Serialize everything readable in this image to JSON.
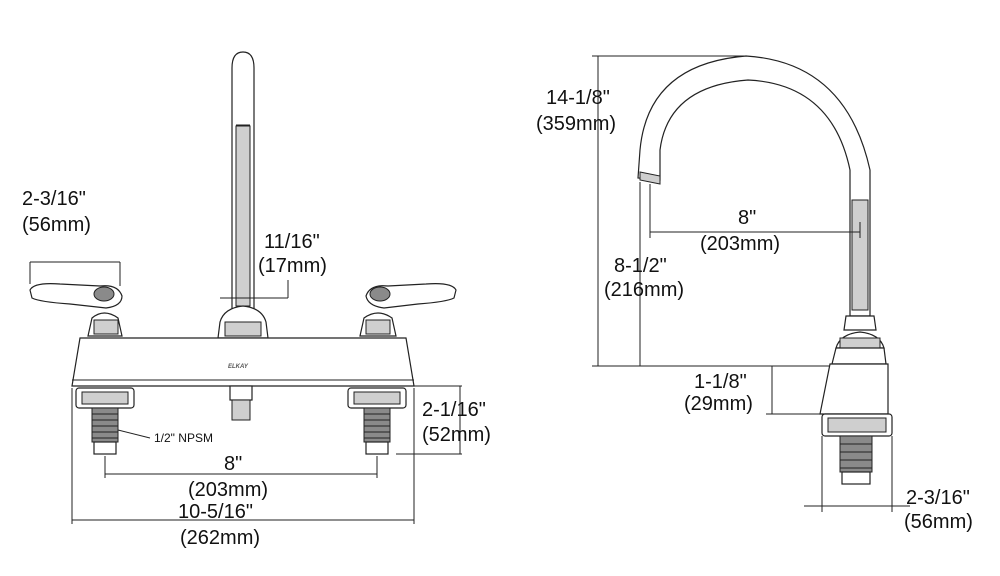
{
  "front_view": {
    "handle_width": {
      "imperial": "2-3/16\"",
      "metric": "(56mm)"
    },
    "spout_diameter": {
      "imperial": "11/16\"",
      "metric": "(17mm)"
    },
    "brand_logo": "ELKAY",
    "shank_height": {
      "imperial": "2-1/16\"",
      "metric": "(52mm)"
    },
    "thread_label": "1/2\" NPSM",
    "center_spacing": {
      "imperial": "8\"",
      "metric": "(203mm)"
    },
    "overall_width": {
      "imperial": "10-5/16\"",
      "metric": "(262mm)"
    }
  },
  "side_view": {
    "overall_height": {
      "imperial": "14-1/8\"",
      "metric": "(359mm)"
    },
    "spout_reach": {
      "imperial": "8\"",
      "metric": "(203mm)"
    },
    "spout_clearance": {
      "imperial": "8-1/2\"",
      "metric": "(216mm)"
    },
    "deck_height": {
      "imperial": "1-1/8\"",
      "metric": "(29mm)"
    },
    "shank_width": {
      "imperial": "2-3/16\"",
      "metric": "(56mm)"
    }
  },
  "colors": {
    "line": "#222222",
    "fill_light": "#cfcfcf",
    "fill_dark": "#8a8a8a"
  }
}
